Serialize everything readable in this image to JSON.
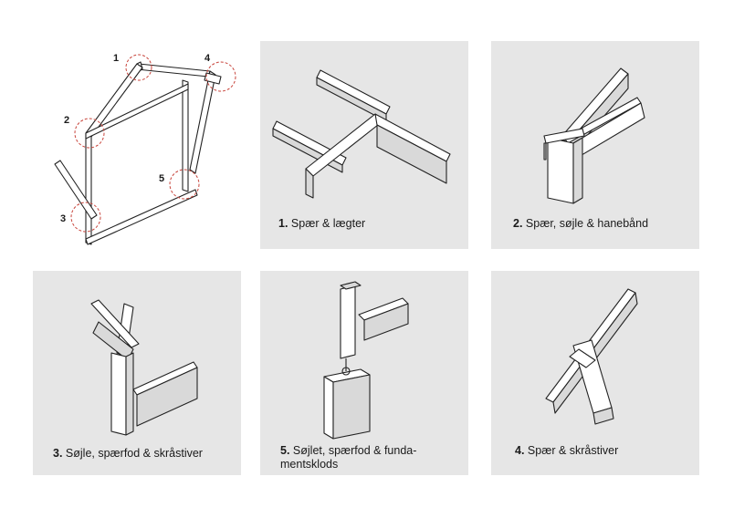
{
  "overview": {
    "labels": [
      "1",
      "2",
      "3",
      "4",
      "5"
    ]
  },
  "details": [
    {
      "num": "1.",
      "text": "Spær & lægter"
    },
    {
      "num": "2.",
      "text": "Spær, søjle & hanebånd"
    },
    {
      "num": "3.",
      "text": "Søjle, spærfod & skråstiver"
    },
    {
      "num": "5.",
      "text_line1": "Søjlet, spærfod & funda-",
      "text_line2": "mentsklods"
    },
    {
      "num": "4.",
      "text": "Spær & skråstiver"
    }
  ],
  "colors": {
    "panel_bg": "#e6e6e6",
    "highlight_ring": "#c8453c",
    "line": "#222222"
  }
}
